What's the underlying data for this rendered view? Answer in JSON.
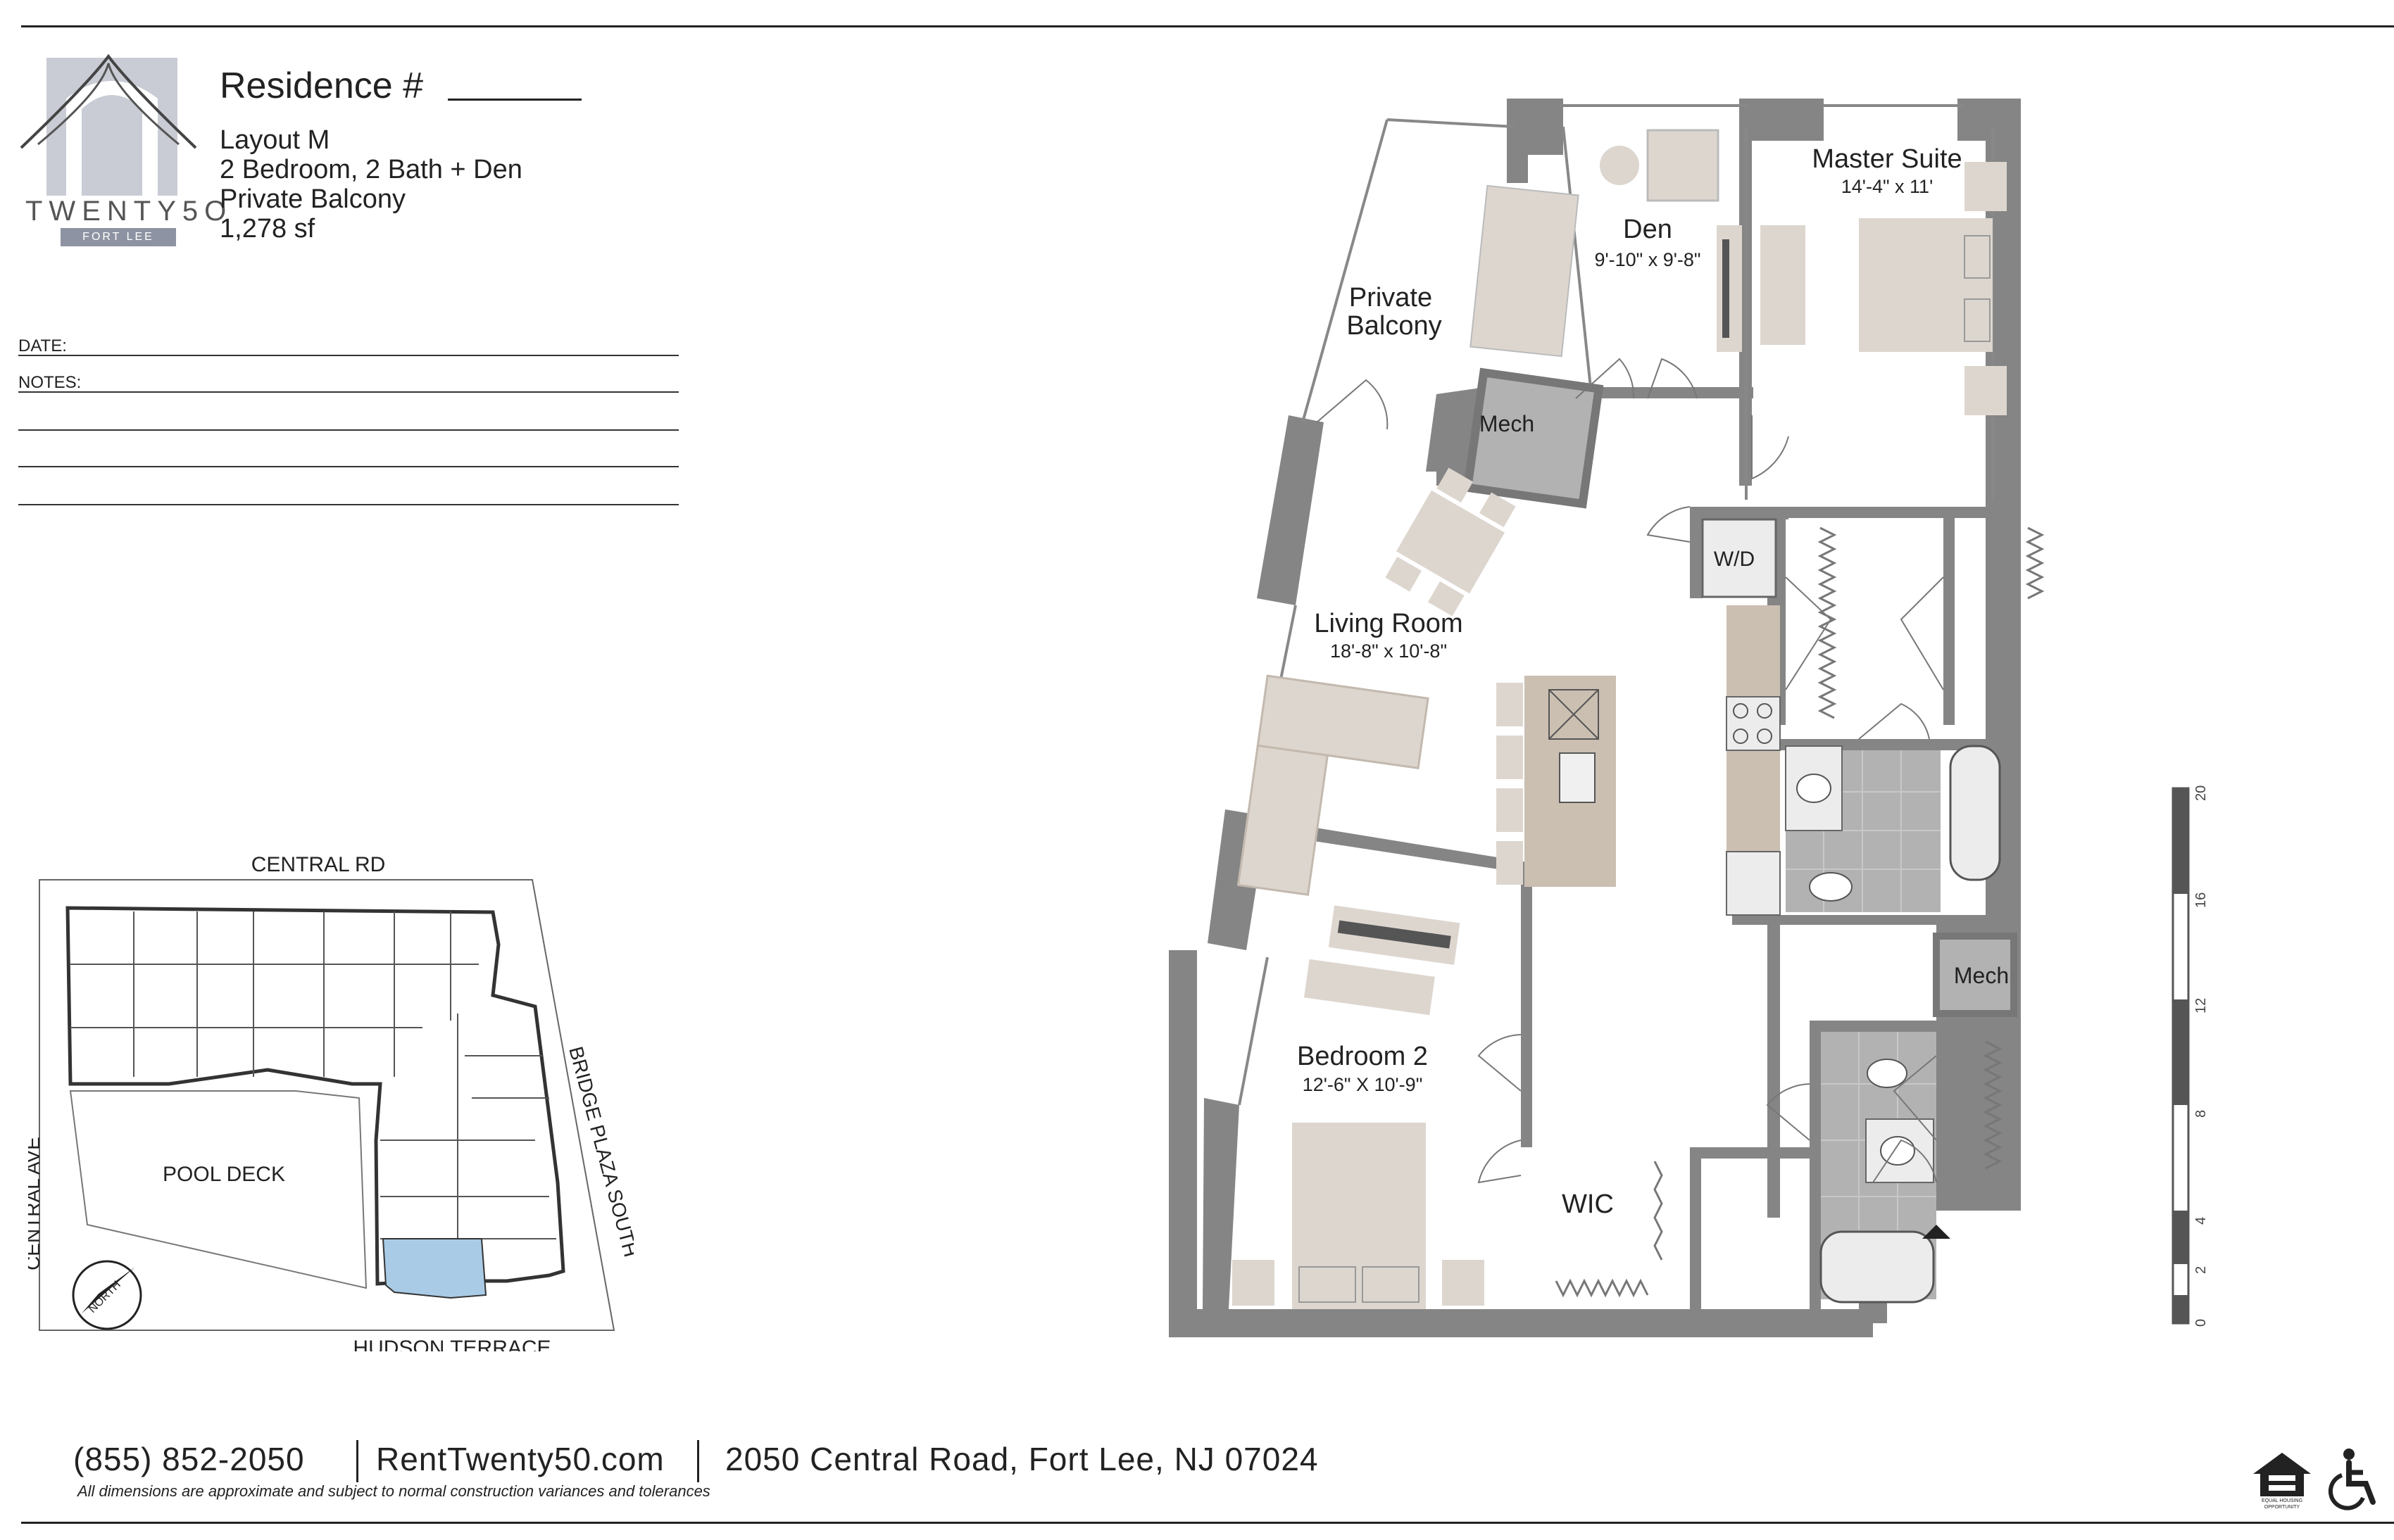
{
  "brand": {
    "name": "TWENTY5O",
    "location": "FORT LEE"
  },
  "header": {
    "residence_label": "Residence #",
    "layout": "Layout M",
    "rooms": "2 Bedroom, 2 Bath + Den",
    "feature": "Private Balcony",
    "area": "1,278 sf"
  },
  "form": {
    "date_label": "DATE:",
    "notes_label": "NOTES:"
  },
  "site_plan": {
    "street_north": "CENTRAL RD",
    "street_west": "CENTRAL AVE",
    "street_east": "BRIDGE PLAZA SOUTH",
    "street_south": "HUDSON TERRACE",
    "amenity": "POOL DECK",
    "compass": "NORTH"
  },
  "floor_plan": {
    "rooms": [
      {
        "name": "Den",
        "dims": "9'-10\" x 9'-8\""
      },
      {
        "name": "Master Suite",
        "dims": "14'-4\" x 11'"
      },
      {
        "name": "Private",
        "dims": "Balcony"
      },
      {
        "name": "Mech",
        "dims": ""
      },
      {
        "name": "W/D",
        "dims": ""
      },
      {
        "name": "Living Room",
        "dims": "18'-8\" x 10'-8\""
      },
      {
        "name": "Mech",
        "dims": ""
      },
      {
        "name": "Bedroom 2",
        "dims": "12'-6\" X 10'-9\""
      },
      {
        "name": "WIC",
        "dims": ""
      }
    ],
    "scale_ticks": [
      "20",
      "16",
      "12",
      "8",
      "4",
      "2",
      "0"
    ]
  },
  "footer": {
    "phone": "(855) 852-2050",
    "website": "RentTwenty50.com",
    "address": "2050 Central Road, Fort Lee, NJ 07024",
    "disclaimer": "All dimensions are approximate and subject to normal construction variances and tolerances",
    "eho_text": "EQUAL HOUSING OPPORTUNITY"
  },
  "colors": {
    "wall": "#858585",
    "furniture": "#ddd6cf",
    "wood": "#cbbfb2",
    "tile": "#b2b2b2",
    "highlight": "#a9cbe6"
  }
}
